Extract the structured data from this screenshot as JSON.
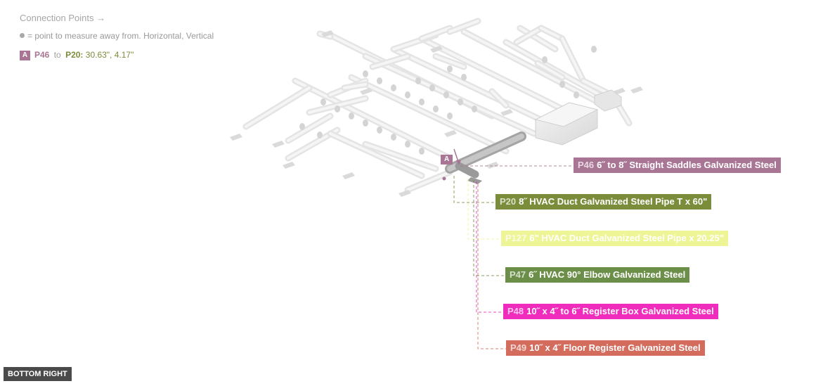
{
  "header": {
    "title": "Connection Points →",
    "legend": "= point to measure away from. Horizontal, Vertical"
  },
  "connection": {
    "badge": "A",
    "from_id": "P46",
    "to_word": "to",
    "to_id": "P20:",
    "value": "30.63\", 4.17\""
  },
  "marker": {
    "label": "A"
  },
  "parts": [
    {
      "id": "P46",
      "name": "6˝ to 8˝ Straight Saddles Galvanized Steel",
      "color": "#a97594"
    },
    {
      "id": "P20",
      "name": "8˝ HVAC Duct Galvanized Steel Pipe T x 60\"",
      "color": "#7b8d3a"
    },
    {
      "id": "P127",
      "name": "6\" HVAC Duct Galvanized Steel Pipe x 20.25\"",
      "color": "#eef596"
    },
    {
      "id": "P47",
      "name": "6˝ HVAC 90° Elbow Galvanized Steel",
      "color": "#6b8e49"
    },
    {
      "id": "P48",
      "name": "10˝ x 4˝ to 6˝ Register Box Galvanized Steel",
      "color": "#f02cbd"
    },
    {
      "id": "P49",
      "name": "10˝ x 4˝ Floor Register Galvanized Steel",
      "color": "#d36c5d"
    }
  ],
  "view_button": "BOTTOM RIGHT"
}
